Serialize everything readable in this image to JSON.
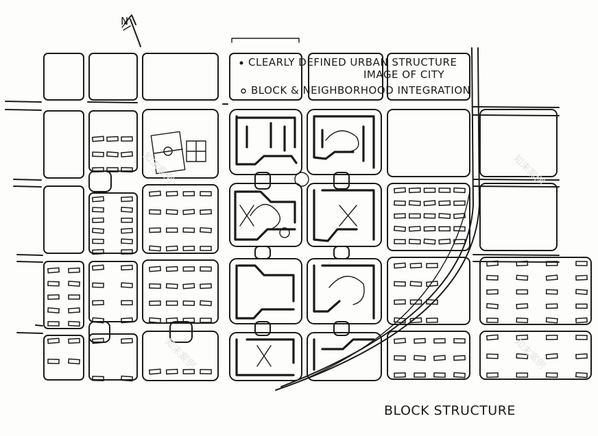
{
  "notes": {
    "bullet_1_line_1": "CLEARLY DEFINED URBAN STRUCTURE",
    "bullet_1_line_2": "IMAGE OF CITY",
    "bullet_2": "BLOCK & NEIGHBORHOOD INTEGRATION"
  },
  "caption": "BLOCK STRUCTURE",
  "north_arrow": {
    "icon": "north-arrow-icon",
    "letter": "N"
  },
  "watermark": "知末案例",
  "colors": {
    "ink": "#1b1b1b",
    "paper": "#fdfdfb"
  }
}
